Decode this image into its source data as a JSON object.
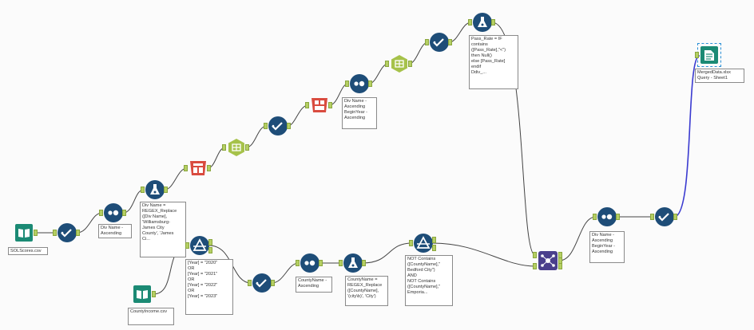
{
  "colors": {
    "canvas": "#fbfbfb",
    "wire": "#444444",
    "wire_selected": "#3a3ad0",
    "tool_blue": "#1e4d78",
    "tool_teal": "#1b8a74",
    "tool_green_hex": "#a6c24a",
    "tool_red": "#d94b3f",
    "tool_purple": "#4a3f8c",
    "anchor": "#b5cf63"
  },
  "annotations": {
    "input1": "SOLScores.csv",
    "sort1": "Div Name -\nAscending",
    "formula1": "Div Name =\nREGEX_Replace\n([Div Name],\n'Williamsburg-\nJames City\nCounty', 'James\nCi...",
    "sort2": "Div Name -\nAscending\nBeginYear -\nAscending",
    "formula2": "Pass_Rate = IF\ncontains\n([Pass_Rate],\"<\")\nthen Null()\nelse [Pass_Rate]\nendif\nDdiv_...",
    "input2": "CountyIncome.csv",
    "filter1": "[Year] = \"2020\"\nOR\n[Year] = \"2021\"\nOR\n[Year] = \"2022\"\nOR\n[Year] = \"2023\"",
    "sort3": "CountyName -\nAscending",
    "formula3": "CountyName =\nREGEX_Replace\n([CountyName],\n'(city\\b)', 'City')",
    "filter2": "NOT Contains\n([CountyName],\"\nBedford City\")\nAND\nNOT Contains\n([CountyName],\"\nEmporia...",
    "sort4": "Div Name -\nAscending\nBeginYear -\nAscending",
    "output": "MergedData.xlsx\nQuery - Sheet1"
  }
}
